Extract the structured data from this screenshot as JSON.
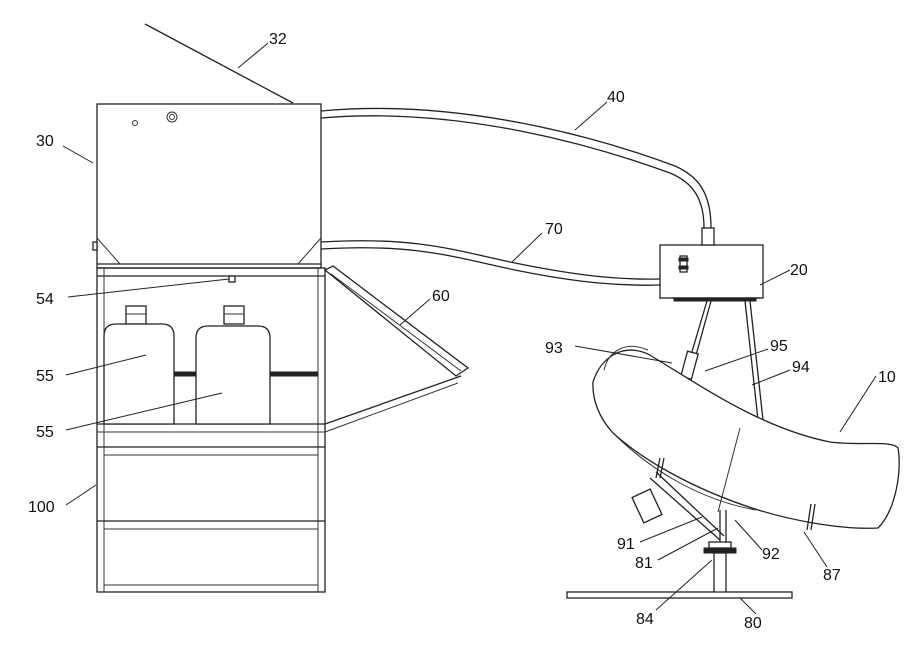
{
  "figure": {
    "labels": {
      "l32": "32",
      "l40": "40",
      "l30": "30",
      "l70": "70",
      "l20": "20",
      "l54": "54",
      "l60": "60",
      "l93": "93",
      "l95": "95",
      "l94": "94",
      "l10": "10",
      "l55a": "55",
      "l55b": "55",
      "l100": "100",
      "l91": "91",
      "l81": "81",
      "l92": "92",
      "l87": "87",
      "l84": "84",
      "l80": "80"
    }
  }
}
